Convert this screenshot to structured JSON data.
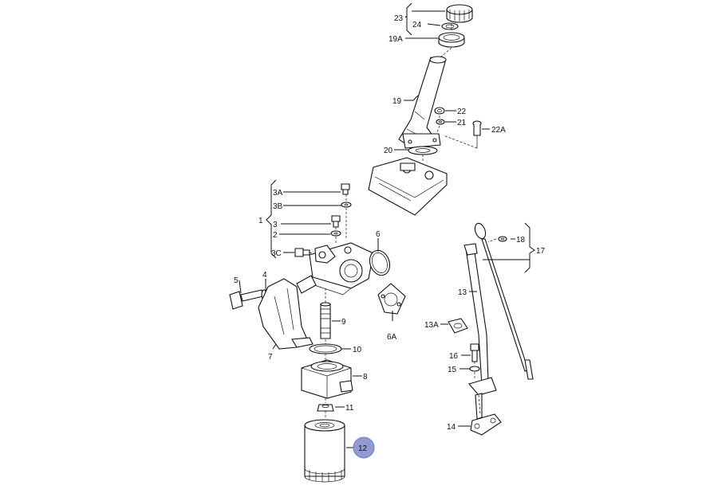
{
  "diagram": {
    "labels": {
      "l23": "23",
      "l24": "24",
      "l19a": "19A",
      "l19": "19",
      "l22": "22",
      "l21": "21",
      "l22a": "22A",
      "l20": "20",
      "l3a": "3A",
      "l3b": "3B",
      "l1": "1",
      "l3": "3",
      "l2": "2",
      "l3c": "3C",
      "l6": "6",
      "l5": "5",
      "l4": "4",
      "l6a": "6A",
      "l9": "9",
      "l7": "7",
      "l10": "10",
      "l8": "8",
      "l11": "11",
      "l12": "12",
      "l18": "18",
      "l17": "17",
      "l13": "13",
      "l13a": "13A",
      "l16": "16",
      "l15": "15",
      "l14": "14"
    },
    "highlight_color": "#8f9bd3"
  }
}
